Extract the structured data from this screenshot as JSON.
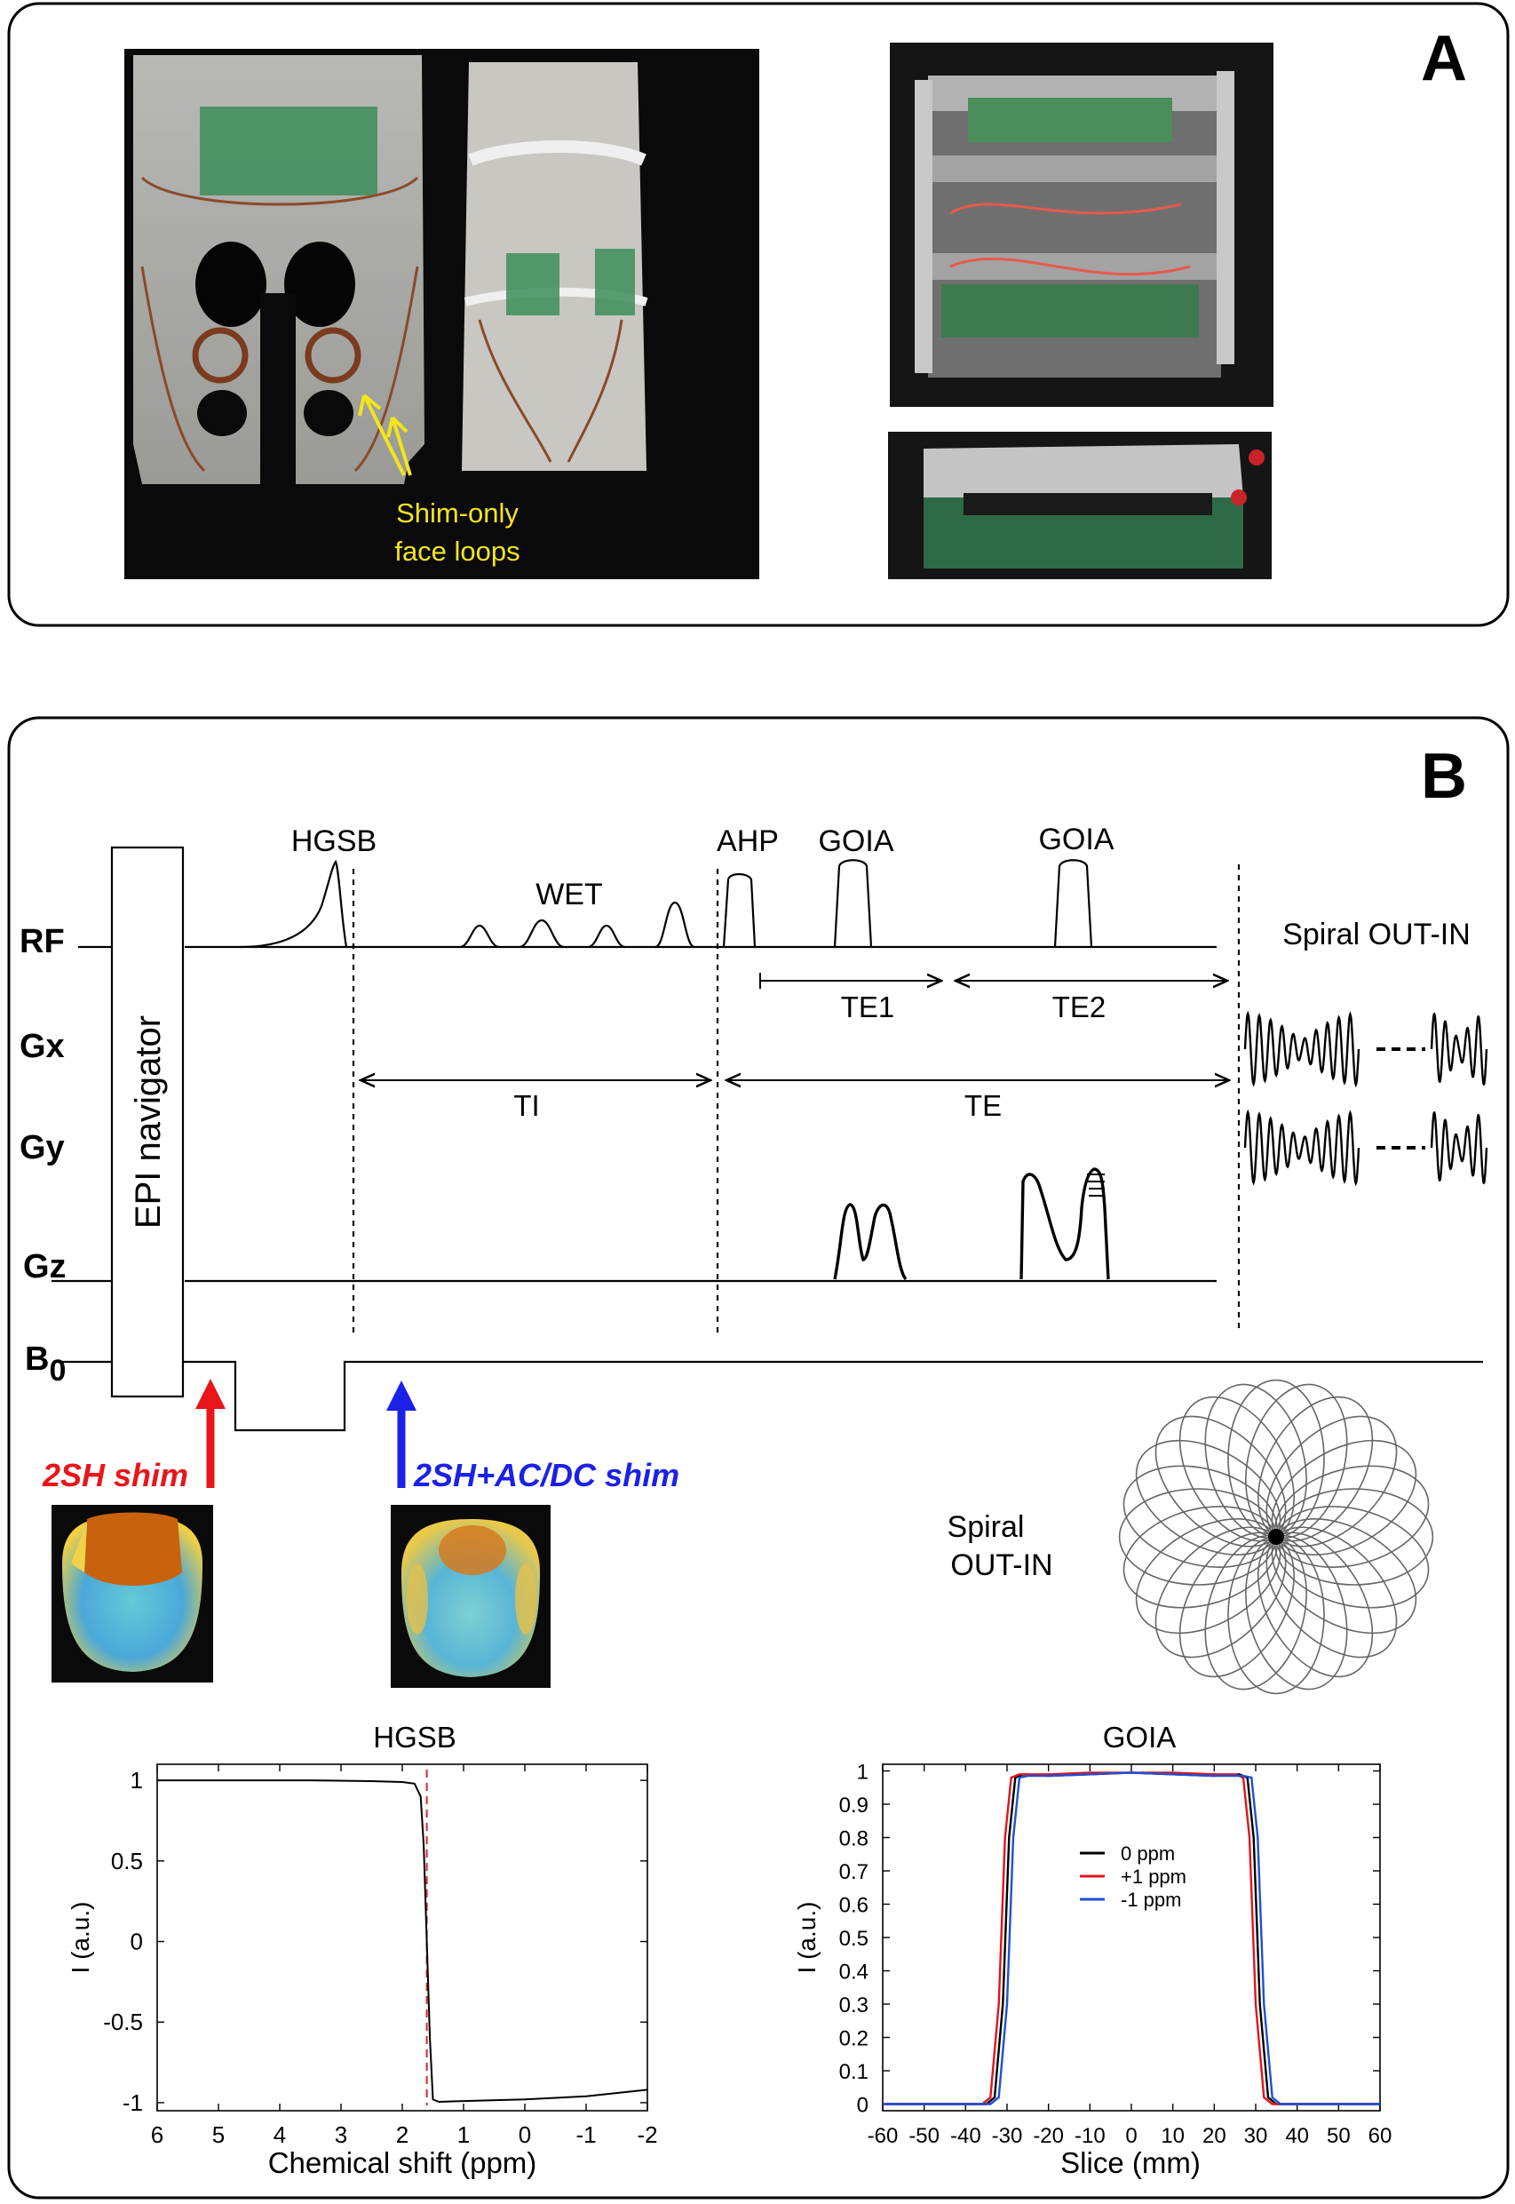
{
  "panel_a": {
    "label": "A",
    "annotation_line1": "Shim-only",
    "annotation_line2": "face loops"
  },
  "panel_b": {
    "label": "B",
    "rows": {
      "rf": "RF",
      "gx": "Gx",
      "gy": "Gy",
      "gz": "Gz",
      "b0": "B",
      "b0_sub": "0"
    },
    "navigator": "EPI navigator",
    "pulses": {
      "hgsb": "HGSB",
      "wet": "WET",
      "ahp": "AHP",
      "goia1": "GOIA",
      "goia2": "GOIA"
    },
    "intervals": {
      "te1": "TE1",
      "te2": "TE2",
      "ti": "TI",
      "te": "TE"
    },
    "spiral_label": "Spiral OUT-IN",
    "spiral_traj_line1": "Spiral",
    "spiral_traj_line2": "OUT-IN",
    "shim_red": "2SH shim",
    "shim_blue": "2SH+AC/DC shim",
    "colors": {
      "red_arrow": "#e8151b",
      "blue_arrow": "#1b21e6",
      "hgsb_marker": "#d6262b"
    }
  },
  "chart_data": [
    {
      "type": "line",
      "title": "HGSB",
      "xlabel": "Chemical shift (ppm)",
      "ylabel": "I (a.u.)",
      "xlim": [
        6,
        -2
      ],
      "ylim": [
        -1.05,
        1.1
      ],
      "xticks": [
        "6",
        "5",
        "4",
        "3",
        "2",
        "1",
        "0",
        "-1",
        "-2"
      ],
      "yticks": [
        "1",
        "0.5",
        "0",
        "-0.5",
        "-1"
      ],
      "marker_x": 1.6,
      "series": [
        {
          "x": [
            6,
            3.5,
            2.5,
            2.0,
            1.8,
            1.7,
            1.65,
            1.6,
            1.55,
            1.5,
            1.4,
            1.0,
            0,
            -1,
            -2
          ],
          "y": [
            1.0,
            1.0,
            0.995,
            0.99,
            0.98,
            0.9,
            0.6,
            0.0,
            -0.6,
            -0.98,
            -0.995,
            -0.99,
            -0.98,
            -0.96,
            -0.92
          ]
        }
      ]
    },
    {
      "type": "line",
      "title": "GOIA",
      "xlabel": "Slice (mm)",
      "ylabel": "I (a.u.)",
      "xlim": [
        -60,
        60
      ],
      "ylim": [
        -0.02,
        1.02
      ],
      "xticks": [
        "-60",
        "-50",
        "-40",
        "-30",
        "-20",
        "-10",
        "0",
        "10",
        "20",
        "30",
        "40",
        "50",
        "60"
      ],
      "yticks": [
        "1",
        "0.9",
        "0.8",
        "0.7",
        "0.6",
        "0.5",
        "0.4",
        "0.3",
        "0.2",
        "0.1",
        "0"
      ],
      "legend": "center",
      "series": [
        {
          "name": "0 ppm",
          "color": "#000000",
          "x": [
            -60,
            -35,
            -33,
            -31,
            -29.5,
            -28,
            -26,
            -20,
            -10,
            0,
            10,
            20,
            26,
            28,
            29.5,
            31,
            33,
            35,
            60
          ],
          "y": [
            0,
            0,
            0.02,
            0.3,
            0.8,
            0.98,
            0.99,
            0.985,
            0.99,
            0.995,
            0.99,
            0.985,
            0.99,
            0.98,
            0.8,
            0.3,
            0.02,
            0,
            0
          ]
        },
        {
          "name": "+1 ppm",
          "color": "#e0141e",
          "x": [
            -60,
            -36,
            -34,
            -32,
            -30.5,
            -29,
            -27,
            -20,
            -10,
            0,
            10,
            20,
            25,
            27,
            28.5,
            30,
            32,
            34,
            60
          ],
          "y": [
            0,
            0,
            0.02,
            0.3,
            0.8,
            0.98,
            0.99,
            0.99,
            0.995,
            0.995,
            0.995,
            0.99,
            0.99,
            0.98,
            0.8,
            0.3,
            0.02,
            0,
            0
          ]
        },
        {
          "name": "-1 ppm",
          "color": "#1f4fd6",
          "x": [
            -60,
            -34,
            -32,
            -30,
            -28.5,
            -27,
            -25,
            -20,
            -10,
            0,
            10,
            20,
            27,
            29,
            30.5,
            32,
            34,
            36,
            60
          ],
          "y": [
            0,
            0,
            0.02,
            0.3,
            0.8,
            0.98,
            0.985,
            0.985,
            0.99,
            0.995,
            0.99,
            0.985,
            0.985,
            0.98,
            0.8,
            0.3,
            0.02,
            0,
            0
          ]
        }
      ]
    }
  ]
}
